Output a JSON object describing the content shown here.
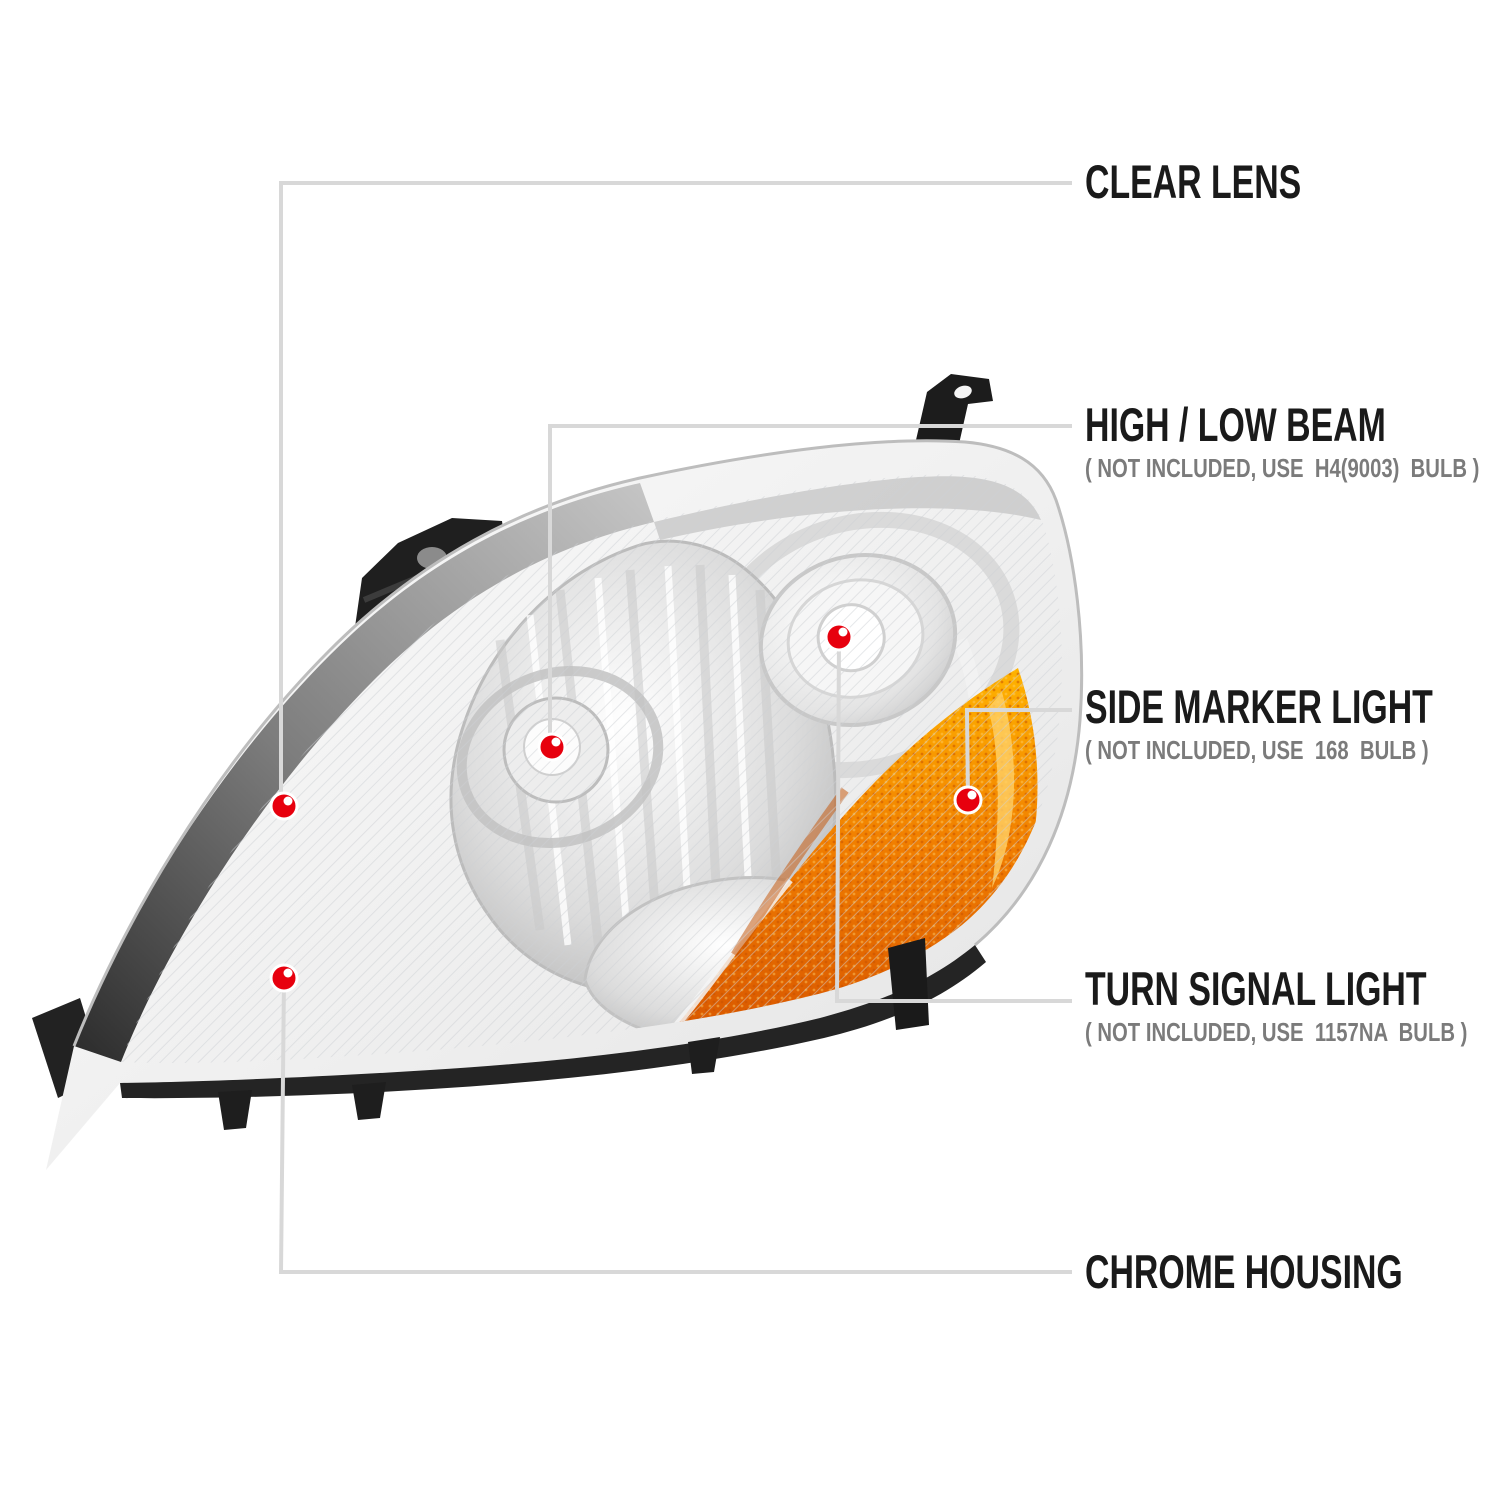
{
  "page": {
    "background": "#ffffff"
  },
  "diagram": {
    "subject": "chrome-housing-clear-lens-headlight-callout-diagram",
    "colors": {
      "marker_red": "#e7000e",
      "leader_gray": "#d8d8d8",
      "label_dark": "#1a1a1a",
      "note_gray": "#7b7b7b",
      "amber": "#f07c00",
      "housing_black": "#242424"
    },
    "callouts": [
      {
        "id": "clear-lens",
        "label": "CLEAR LENS",
        "note": ""
      },
      {
        "id": "high-low-beam",
        "label": "HIGH / LOW BEAM",
        "note": "( NOT INCLUDED, USE  H4(9003)  BULB )"
      },
      {
        "id": "side-marker-light",
        "label": "SIDE MARKER LIGHT",
        "note": "( NOT INCLUDED, USE  168  BULB )"
      },
      {
        "id": "turn-signal-light",
        "label": "TURN SIGNAL LIGHT",
        "note": "( NOT INCLUDED, USE  1157NA  BULB )"
      },
      {
        "id": "chrome-housing",
        "label": "CHROME HOUSING",
        "note": ""
      }
    ]
  }
}
